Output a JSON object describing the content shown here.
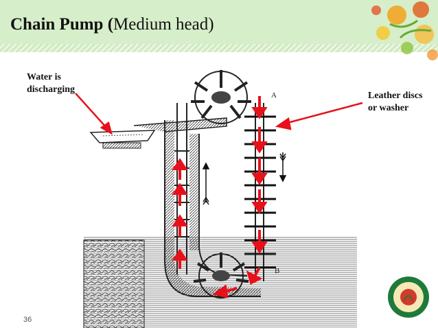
{
  "slide": {
    "title_bold": "Chain Pump (",
    "title_normal": "Medium head)",
    "page_number": "36"
  },
  "annotations": {
    "water_line1": "Water is",
    "water_line2": "discharging",
    "leather_line1": "Leather discs",
    "leather_line2": "or washer"
  },
  "diagram": {
    "labels": {
      "a": "A",
      "b": "B"
    },
    "arrow_color": "#e8101a"
  },
  "logo": {
    "name": "university-seal"
  }
}
